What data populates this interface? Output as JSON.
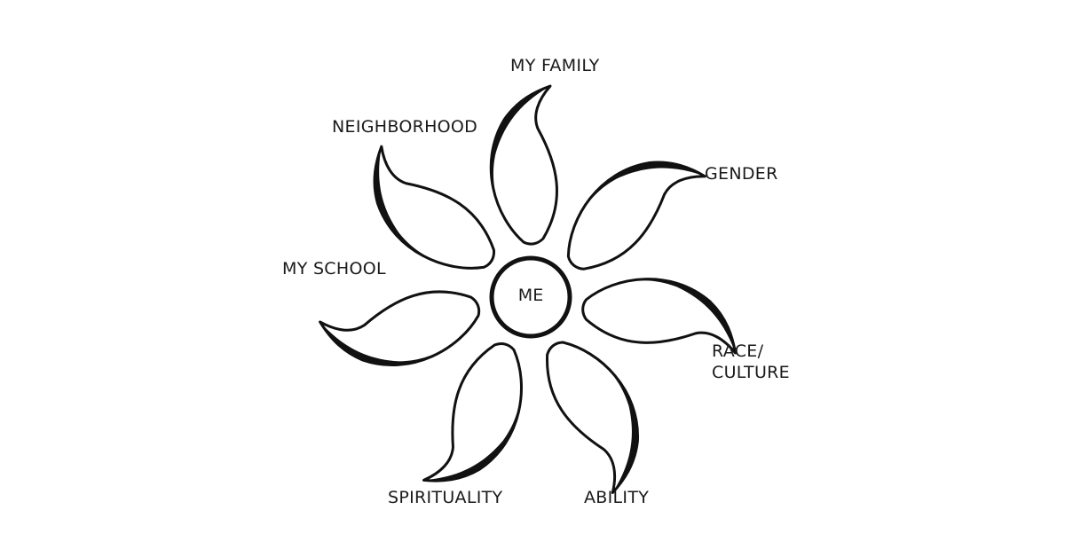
{
  "diagram": {
    "center_label": "ME",
    "petal_labels": {
      "top": "MY FAMILY",
      "top_right": "GENDER",
      "right_1": "RACE/",
      "right_2": "CULTURE",
      "bottom_right": "ABILITY",
      "bottom_left": "SPIRITUALITY",
      "left": "MY SCHOOL",
      "top_left": "NEIGHBORHOOD"
    },
    "colors": {
      "ink": "#111111",
      "background": "#ffffff"
    }
  }
}
